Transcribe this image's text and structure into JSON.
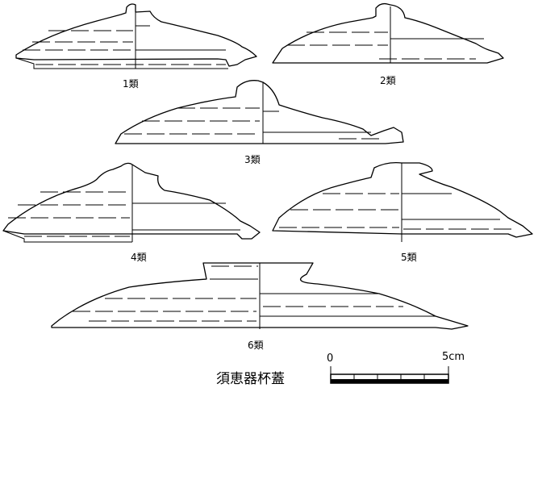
{
  "figure": {
    "type_labels": [
      "1類",
      "2類",
      "3類",
      "4類",
      "5類",
      "6類"
    ],
    "caption": "須恵器杯蓋",
    "scale": {
      "start_label": "0",
      "end_label": "5cm"
    }
  }
}
